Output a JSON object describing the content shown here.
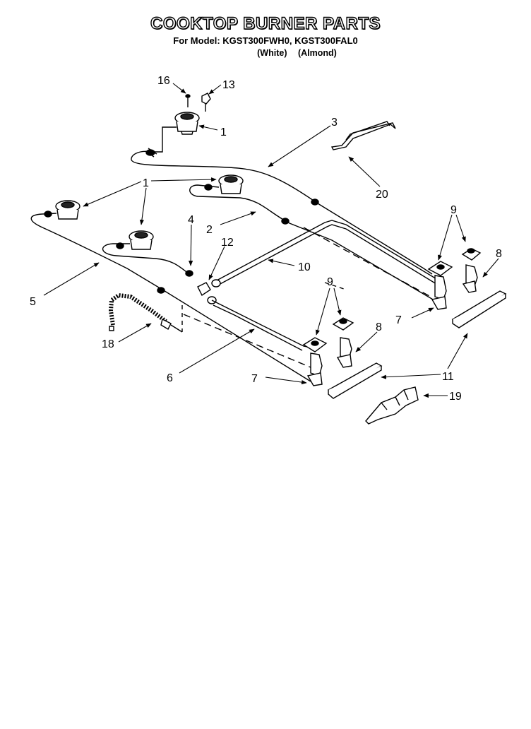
{
  "header": {
    "title": "COOKTOP BURNER PARTS",
    "model_line": "For Model: KGST300FWH0, KGST300FAL0",
    "variant_white": "(White)",
    "variant_almond": "(Almond)"
  },
  "callouts": {
    "c16": "16",
    "c13": "13",
    "c1a": "1",
    "c3": "3",
    "c1b": "1",
    "c20": "20",
    "c9a": "9",
    "c2": "2",
    "c4": "4",
    "c12": "12",
    "c10": "10",
    "c8a": "8",
    "c5": "5",
    "c9b": "9",
    "c7a": "7",
    "c8b": "8",
    "c18": "18",
    "c6": "6",
    "c7b": "7",
    "c11": "11",
    "c19": "19"
  }
}
